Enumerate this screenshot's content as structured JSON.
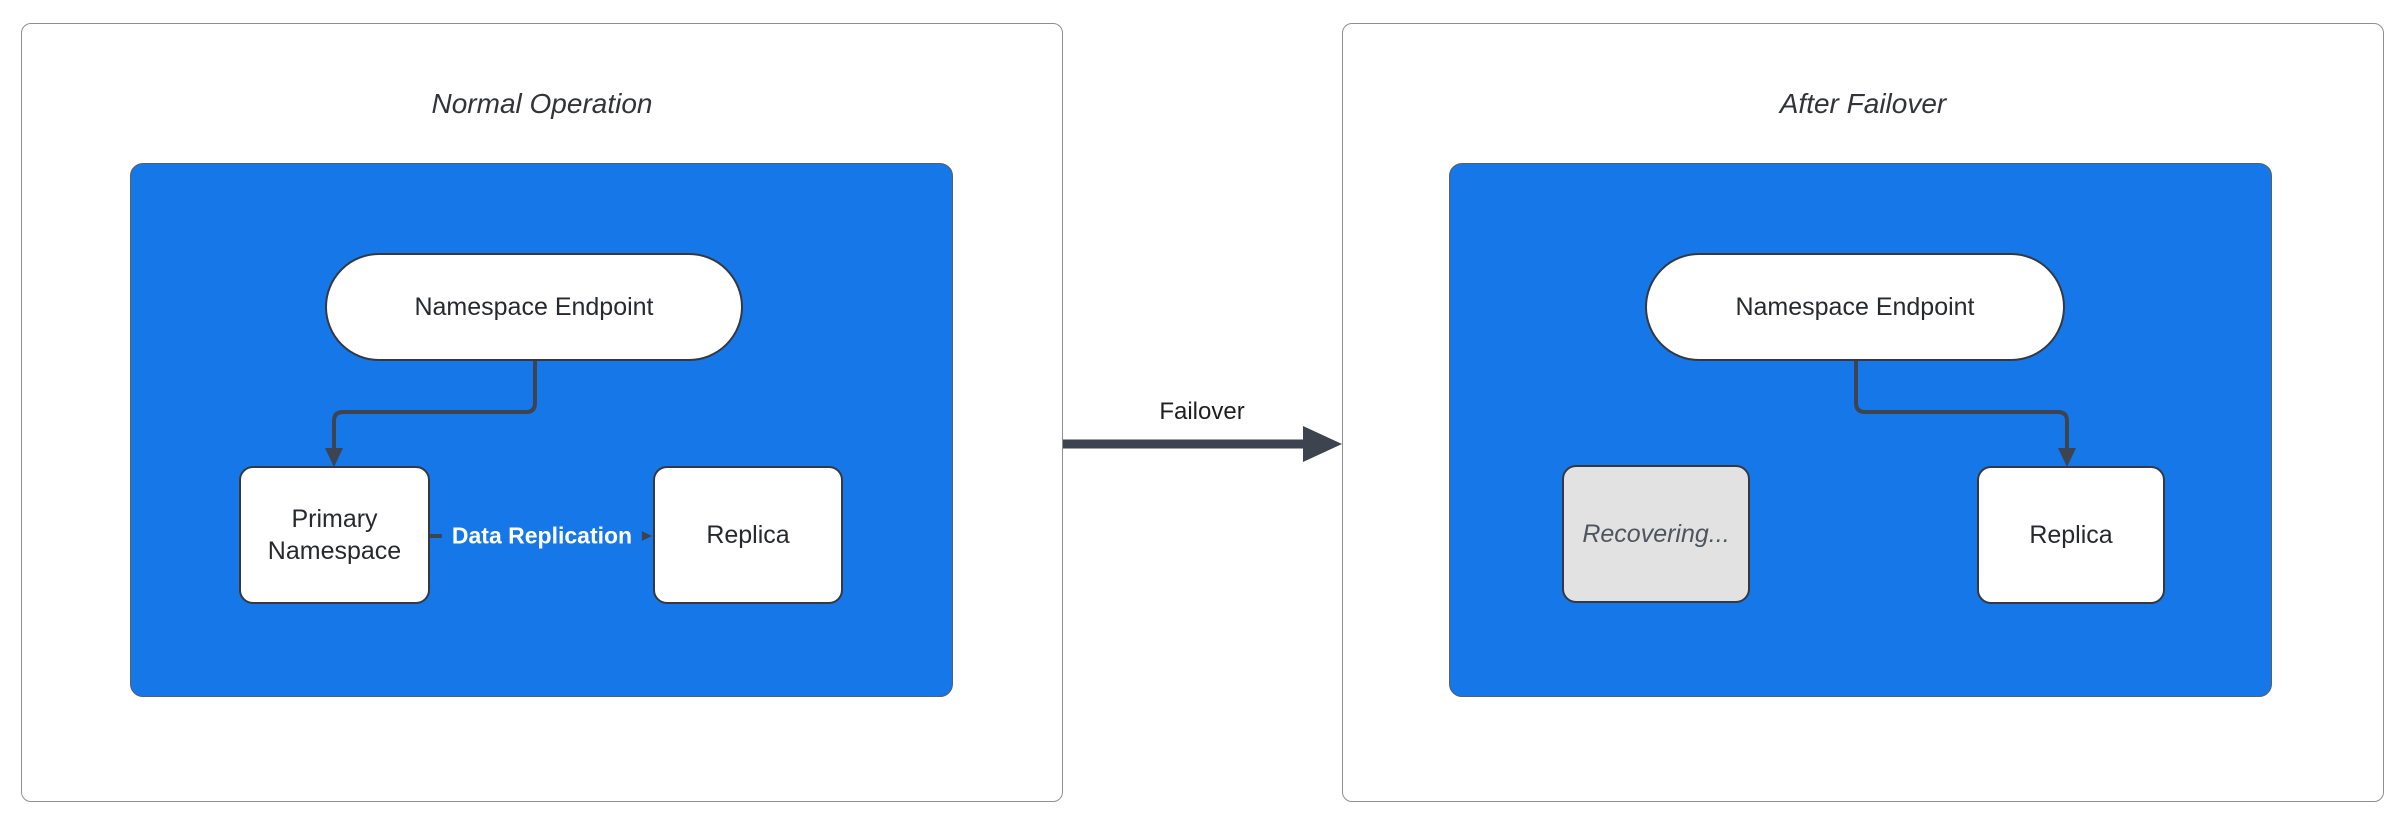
{
  "diagram": {
    "panels": [
      {
        "title": "Normal Operation",
        "cluster": "blue-container",
        "nodes": [
          {
            "label": "Namespace Endpoint",
            "shape": "stadium",
            "state": "active"
          },
          {
            "label": "Primary Namespace",
            "shape": "rounded-box",
            "state": "active"
          },
          {
            "label": "Replica",
            "shape": "rounded-box",
            "state": "active"
          }
        ],
        "edges": [
          {
            "from": "Namespace Endpoint",
            "to": "Primary Namespace",
            "label": ""
          },
          {
            "from": "Primary Namespace",
            "to": "Replica",
            "label": "Data Replication"
          }
        ]
      },
      {
        "title": "After Failover",
        "cluster": "blue-container",
        "nodes": [
          {
            "label": "Namespace Endpoint",
            "shape": "stadium",
            "state": "active"
          },
          {
            "label": "Recovering...",
            "shape": "rounded-box",
            "state": "recovering"
          },
          {
            "label": "Replica",
            "shape": "rounded-box",
            "state": "active"
          }
        ],
        "edges": [
          {
            "from": "Namespace Endpoint",
            "to": "Replica",
            "label": ""
          }
        ]
      }
    ],
    "transition": {
      "label": "Failover"
    },
    "colors": {
      "container_fill": "#1577E8",
      "node_fill": "#FFFFFF",
      "node_border": "#35393F",
      "recovering_fill": "#E2E2E2",
      "recovering_text": "#4E555E",
      "edge": "#3D4450",
      "edge_label_text": "#FFFFFF",
      "panel_border": "#8F8F8F",
      "title_text": "#32343A"
    }
  }
}
